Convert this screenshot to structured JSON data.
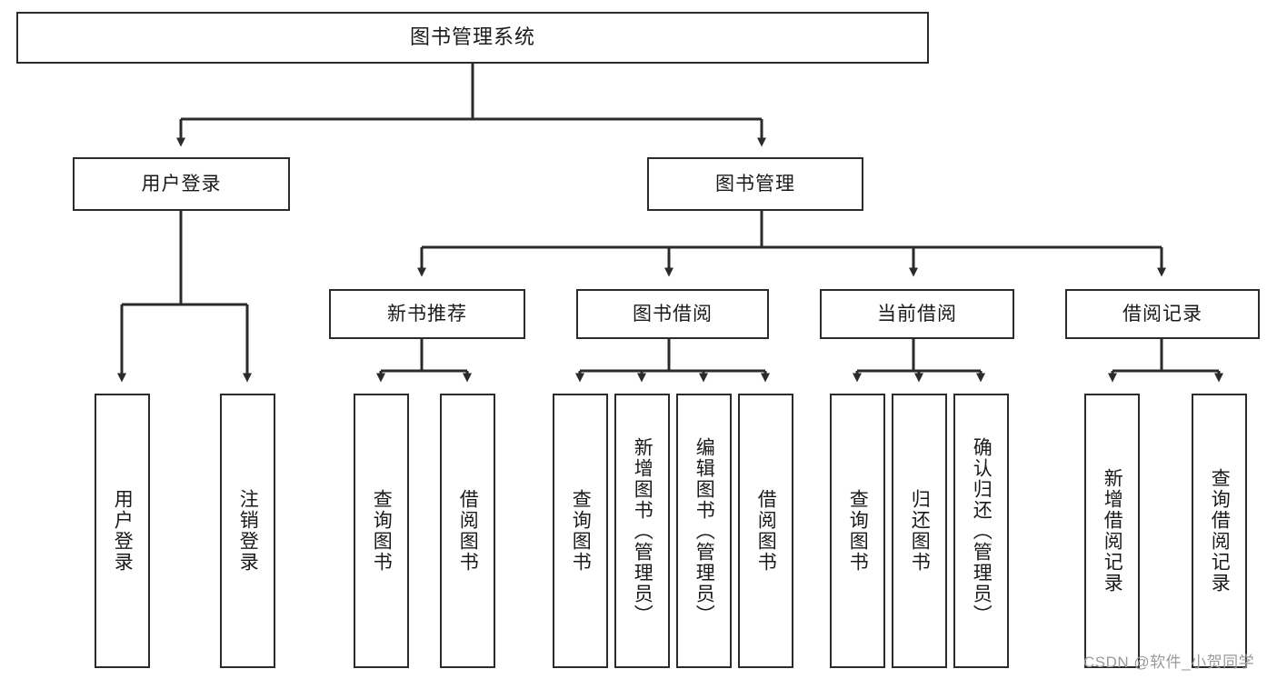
{
  "diagram": {
    "type": "hierarchy-tree",
    "title": "图书管理系统",
    "orientation": "top-down",
    "watermark": "CSDN @软件_小贺同学",
    "colors": {
      "stroke": "#2b2b2b",
      "fill": "#ffffff",
      "text": "#1a1a1a",
      "watermark": "#9a9a9a"
    },
    "levels": [
      {
        "level": 1,
        "nodes": [
          {
            "id": "root",
            "label": "图书管理系统",
            "orientation": "horizontal"
          }
        ]
      },
      {
        "level": 2,
        "nodes": [
          {
            "id": "n-login",
            "label": "用户登录",
            "orientation": "horizontal",
            "parent": "root"
          },
          {
            "id": "n-bookmgmt",
            "label": "图书管理",
            "orientation": "horizontal",
            "parent": "root"
          }
        ]
      },
      {
        "level": 3,
        "nodes": [
          {
            "id": "n-newbook",
            "label": "新书推荐",
            "orientation": "horizontal",
            "parent": "n-bookmgmt"
          },
          {
            "id": "n-borrow",
            "label": "图书借阅",
            "orientation": "horizontal",
            "parent": "n-bookmgmt"
          },
          {
            "id": "n-current",
            "label": "当前借阅",
            "orientation": "horizontal",
            "parent": "n-bookmgmt"
          },
          {
            "id": "n-records",
            "label": "借阅记录",
            "orientation": "horizontal",
            "parent": "n-bookmgmt"
          }
        ]
      },
      {
        "level": 4,
        "nodes": [
          {
            "id": "l1",
            "label": "用户登录",
            "orientation": "vertical",
            "parent": "n-login"
          },
          {
            "id": "l2",
            "label": "注销登录",
            "orientation": "vertical",
            "parent": "n-login"
          },
          {
            "id": "l3",
            "label": "查询图书",
            "orientation": "vertical",
            "parent": "n-newbook"
          },
          {
            "id": "l4",
            "label": "借阅图书",
            "orientation": "vertical",
            "parent": "n-newbook"
          },
          {
            "id": "l5",
            "label": "查询图书",
            "orientation": "vertical",
            "parent": "n-borrow"
          },
          {
            "id": "l6",
            "label": "新增图书（管理员）",
            "orientation": "vertical",
            "parent": "n-borrow"
          },
          {
            "id": "l7",
            "label": "编辑图书（管理员）",
            "orientation": "vertical",
            "parent": "n-borrow"
          },
          {
            "id": "l8",
            "label": "借阅图书",
            "orientation": "vertical",
            "parent": "n-borrow"
          },
          {
            "id": "l9",
            "label": "查询图书",
            "orientation": "vertical",
            "parent": "n-current"
          },
          {
            "id": "l10",
            "label": "归还图书",
            "orientation": "vertical",
            "parent": "n-current"
          },
          {
            "id": "l11",
            "label": "确认归还（管理员）",
            "orientation": "vertical",
            "parent": "n-current"
          },
          {
            "id": "l12",
            "label": "新增借阅记录",
            "orientation": "vertical",
            "parent": "n-records"
          },
          {
            "id": "l13",
            "label": "查询借阅记录",
            "orientation": "vertical",
            "parent": "n-records"
          }
        ]
      }
    ]
  }
}
